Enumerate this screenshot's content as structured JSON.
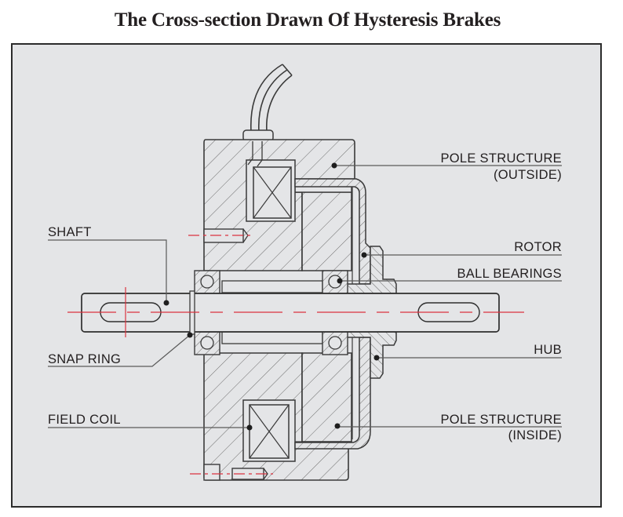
{
  "title": "The Cross-section Drawn Of Hysteresis Brakes",
  "labels": {
    "pole_structure_outside": [
      "POLE STRUCTURE",
      "(OUTSIDE)"
    ],
    "rotor": "ROTOR",
    "ball_bearings": "BALL BEARINGS",
    "hub": "HUB",
    "pole_structure_inside": [
      "POLE STRUCTURE",
      "(INSIDE)"
    ],
    "shaft": "SHAFT",
    "snap_ring": "SNAP RING",
    "field_coil": "FIELD COIL"
  },
  "colors": {
    "background": "#e4e5e7",
    "line": "#3a3a3a",
    "leader": "#5a5a5a",
    "centerline": "#d9333f",
    "text": "#231f20"
  }
}
